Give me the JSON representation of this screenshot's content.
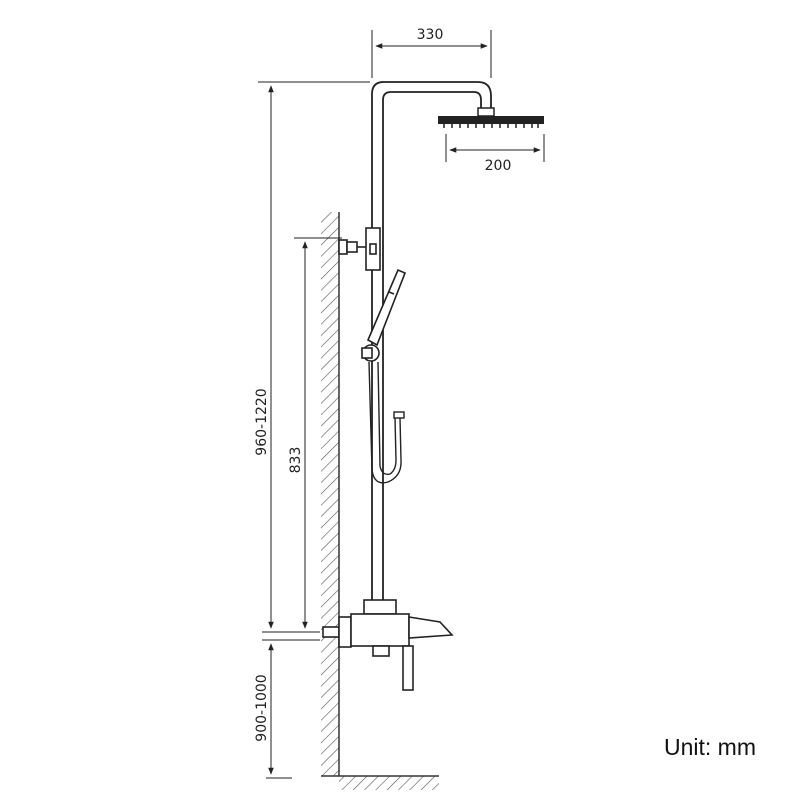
{
  "diagram": {
    "dimensions": {
      "arm_reach": "330",
      "head_diameter": "200",
      "total_height": "960-1220",
      "bracket_height": "833",
      "mixer_height": "900-1000"
    },
    "unit_label": "Unit: mm"
  }
}
